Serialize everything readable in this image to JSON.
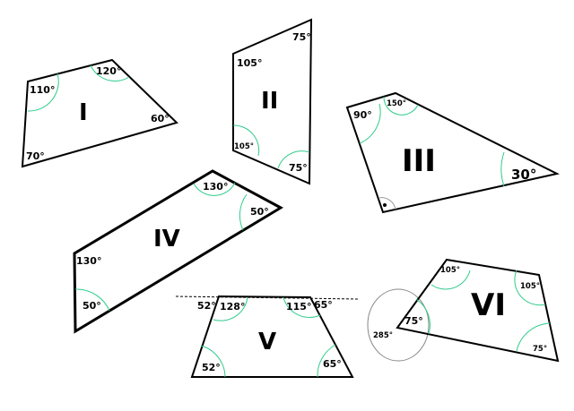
{
  "shapes": [
    {
      "label": "I",
      "angles": [
        "110°",
        "120°",
        "60°",
        "70°"
      ]
    },
    {
      "label": "II",
      "angles": [
        "105°",
        "75°",
        "105°",
        "75°"
      ]
    },
    {
      "label": "III",
      "angles": [
        "90°",
        "150°",
        "30°"
      ]
    },
    {
      "label": "IV",
      "angles": [
        "130°",
        "50°",
        "130°",
        "50°"
      ]
    },
    {
      "label": "V",
      "angles": [
        "52°",
        "128°",
        "115°",
        "65°",
        "52°",
        "65°"
      ]
    },
    {
      "label": "VI",
      "angles": [
        "105°",
        "105°",
        "75°",
        "75°",
        "285°"
      ]
    }
  ],
  "colors": {
    "arc": "#2ecc8a",
    "outline": "#000000",
    "circle": "#888888"
  }
}
